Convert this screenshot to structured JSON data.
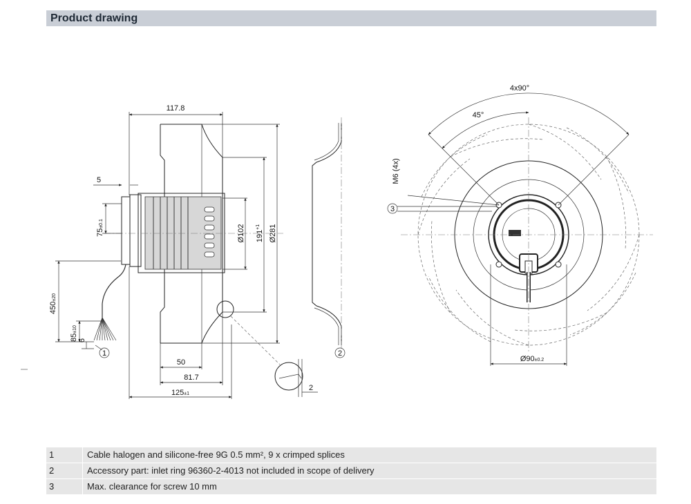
{
  "header": {
    "title": "Product drawing"
  },
  "dimensions": {
    "width_117_8": "117.8",
    "d5": "5",
    "d75": "75",
    "d75_tol": "±0.1",
    "d450": "450",
    "d450_tol": "±20",
    "d85": "85",
    "d85_tol": "±10",
    "d6": "6",
    "d50": "50",
    "d81_7": "81.7",
    "d125": "125",
    "d125_tol": "±1",
    "dia102": "Ø102",
    "d191": "191",
    "d191_tol": "+1",
    "dia281": "Ø281",
    "d2": "2",
    "angle4x90": "4x90°",
    "angle45": "45°",
    "m6": "M6 (4x)",
    "dia90": "Ø90",
    "dia90_tol": "±0.2"
  },
  "callouts": {
    "c1": "1",
    "c2": "2",
    "c3": "3"
  },
  "notes": [
    {
      "num": "1",
      "text": "Cable halogen and silicone-free 9G 0.5 mm², 9 x crimped splices"
    },
    {
      "num": "2",
      "text": "Accessory part: inlet ring 96360-2-4013 not included in scope of delivery"
    },
    {
      "num": "3",
      "text": "Max. clearance for screw 10 mm"
    }
  ]
}
